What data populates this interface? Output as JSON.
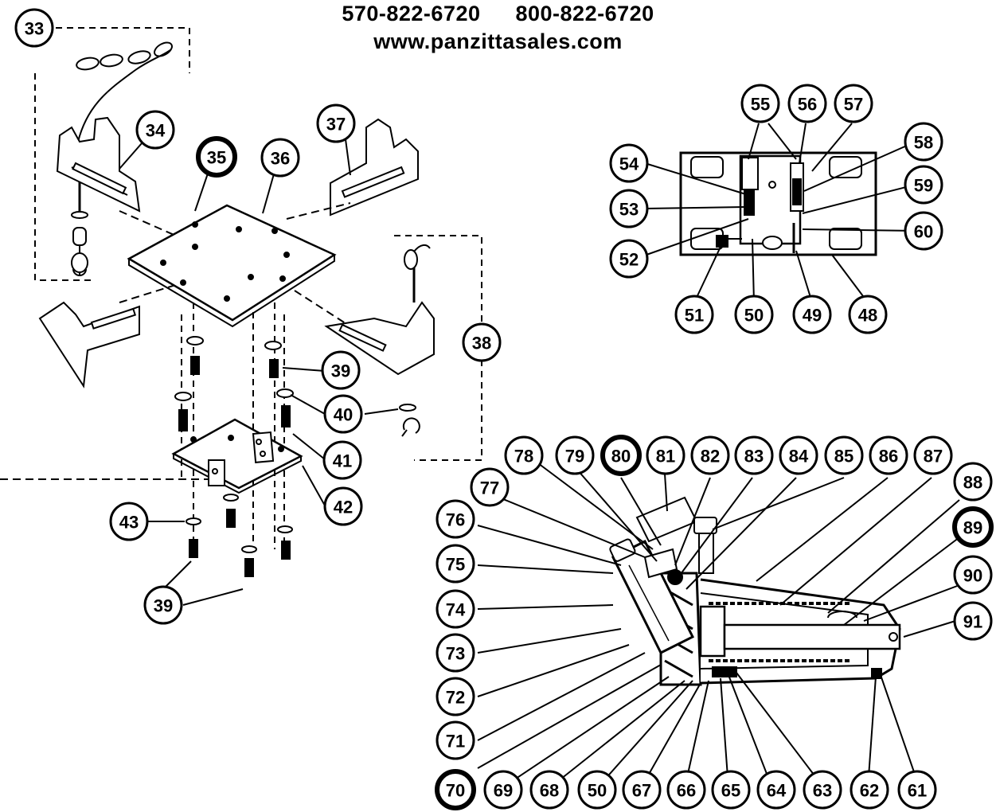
{
  "header": {
    "phone_1": "570-822-6720",
    "phone_2": "800-822-6720",
    "website": "www.panzittasales.com"
  },
  "callouts": [
    {
      "label": "33",
      "heavy": false
    },
    {
      "label": "34",
      "heavy": false
    },
    {
      "label": "35",
      "heavy": true
    },
    {
      "label": "36",
      "heavy": false
    },
    {
      "label": "37",
      "heavy": false
    },
    {
      "label": "38",
      "heavy": false
    },
    {
      "label": "39",
      "heavy": false
    },
    {
      "label": "40",
      "heavy": false
    },
    {
      "label": "41",
      "heavy": false
    },
    {
      "label": "42",
      "heavy": false
    },
    {
      "label": "43",
      "heavy": false
    },
    {
      "label": "39",
      "heavy": false
    },
    {
      "label": "55",
      "heavy": false
    },
    {
      "label": "56",
      "heavy": false
    },
    {
      "label": "57",
      "heavy": false
    },
    {
      "label": "58",
      "heavy": false
    },
    {
      "label": "54",
      "heavy": false
    },
    {
      "label": "59",
      "heavy": false
    },
    {
      "label": "53",
      "heavy": false
    },
    {
      "label": "60",
      "heavy": false
    },
    {
      "label": "52",
      "heavy": false
    },
    {
      "label": "51",
      "heavy": false
    },
    {
      "label": "50",
      "heavy": false
    },
    {
      "label": "49",
      "heavy": false
    },
    {
      "label": "48",
      "heavy": false
    },
    {
      "label": "78",
      "heavy": false
    },
    {
      "label": "79",
      "heavy": false
    },
    {
      "label": "80",
      "heavy": true
    },
    {
      "label": "81",
      "heavy": false
    },
    {
      "label": "82",
      "heavy": false
    },
    {
      "label": "83",
      "heavy": false
    },
    {
      "label": "84",
      "heavy": false
    },
    {
      "label": "85",
      "heavy": false
    },
    {
      "label": "86",
      "heavy": false
    },
    {
      "label": "87",
      "heavy": false
    },
    {
      "label": "88",
      "heavy": false
    },
    {
      "label": "77",
      "heavy": false
    },
    {
      "label": "89",
      "heavy": true
    },
    {
      "label": "76",
      "heavy": false
    },
    {
      "label": "90",
      "heavy": false
    },
    {
      "label": "75",
      "heavy": false
    },
    {
      "label": "74",
      "heavy": false
    },
    {
      "label": "91",
      "heavy": false
    },
    {
      "label": "73",
      "heavy": false
    },
    {
      "label": "72",
      "heavy": false
    },
    {
      "label": "71",
      "heavy": false
    },
    {
      "label": "70",
      "heavy": true
    },
    {
      "label": "69",
      "heavy": false
    },
    {
      "label": "68",
      "heavy": false
    },
    {
      "label": "50",
      "heavy": false
    },
    {
      "label": "67",
      "heavy": false
    },
    {
      "label": "66",
      "heavy": false
    },
    {
      "label": "65",
      "heavy": false
    },
    {
      "label": "64",
      "heavy": false
    },
    {
      "label": "63",
      "heavy": false
    },
    {
      "label": "62",
      "heavy": false
    },
    {
      "label": "61",
      "heavy": false
    }
  ]
}
